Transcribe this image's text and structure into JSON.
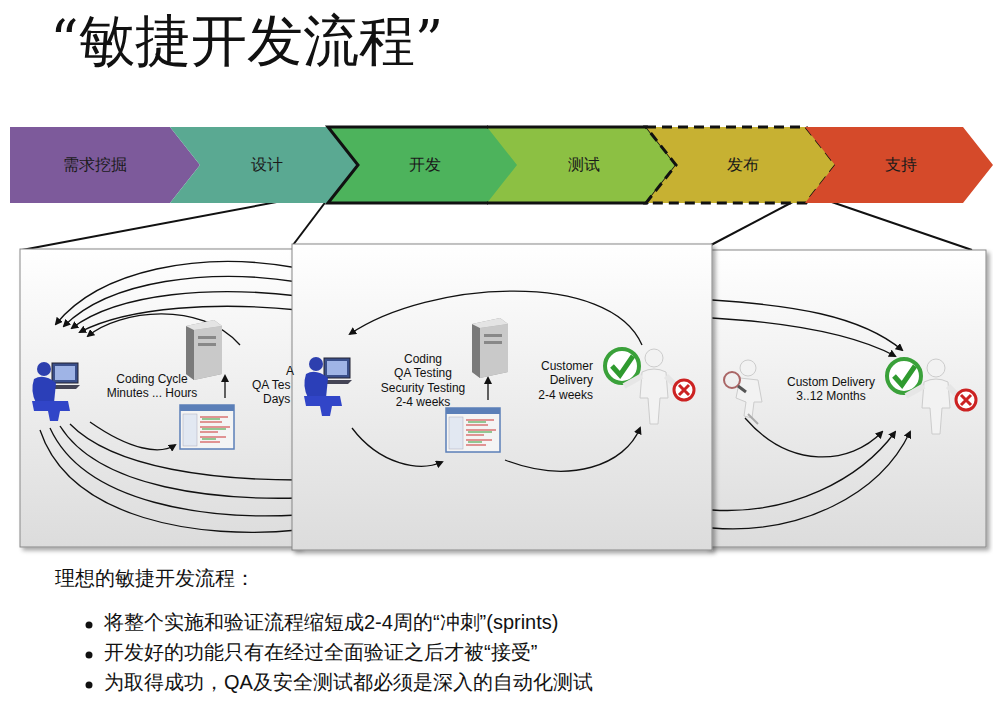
{
  "diagram": {
    "title": "“敏捷开发流程”",
    "nodes": [
      {
        "text": [
          "需求挖掘"
        ]
      },
      {
        "text": [
          "设计"
        ]
      },
      {
        "text": [
          "开发"
        ]
      },
      {
        "text": [
          "测试"
        ]
      },
      {
        "text": [
          "发布"
        ]
      },
      {
        "text": [
          "支持"
        ]
      }
    ],
    "labels": [
      "Coding Cycle Minutes ... Hours",
      "A",
      "QA Tes",
      "Days",
      "Coding QA Testing Security Testing 2-4 weeks",
      "Customer Delivery 2-4 weeks",
      "Custom Delivery 3..12 Months",
      "理想的敏捷开发流程：",
      "将整个实施和验证流程缩短成2-4周的“冲刺”(sprints)",
      "开发好的功能只有在经过全面验证之后才被“接受”",
      "为取得成功，QA及安全测试都必须是深入的自动化测试"
    ]
  }
}
